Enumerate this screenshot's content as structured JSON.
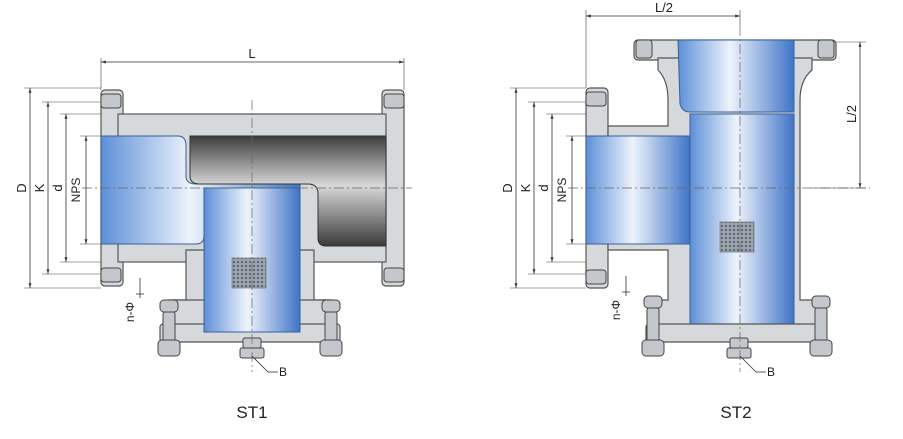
{
  "figures": [
    {
      "id": "st1",
      "caption": "ST1",
      "labels": {
        "length": "L",
        "outer_dia": "D",
        "bolt_circle": "K",
        "raised_face": "d",
        "nominal_size": "NPS",
        "bolt_holes": "n-Φ",
        "drain": "B"
      }
    },
    {
      "id": "st2",
      "caption": "ST2",
      "labels": {
        "half_length_top": "L/2",
        "half_length_side": "L/2",
        "outer_dia": "D",
        "bolt_circle": "K",
        "raised_face": "d",
        "nominal_size": "NPS",
        "bolt_holes": "n-Φ",
        "drain": "B"
      }
    }
  ],
  "colors": {
    "body": "#d6d9dc",
    "blue_light": "#eef3fb",
    "blue_dark": "#3f74c8",
    "dark_chamber": "#4a4a4a",
    "outline": "#555555"
  }
}
